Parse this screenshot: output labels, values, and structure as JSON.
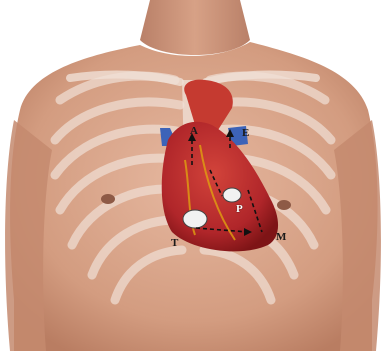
{
  "labels": {
    "A": "A",
    "P": "P",
    "E": "E",
    "T": "T",
    "M": "M"
  },
  "colors": {
    "skin": "#d8a58a",
    "skin_shadow": "#c08870",
    "rib": "#e9d6cb",
    "heart": "#b8282a",
    "heart_dark": "#7e1416",
    "vessel_blue": "#3d63b8",
    "valve": "#f2f2f2"
  }
}
